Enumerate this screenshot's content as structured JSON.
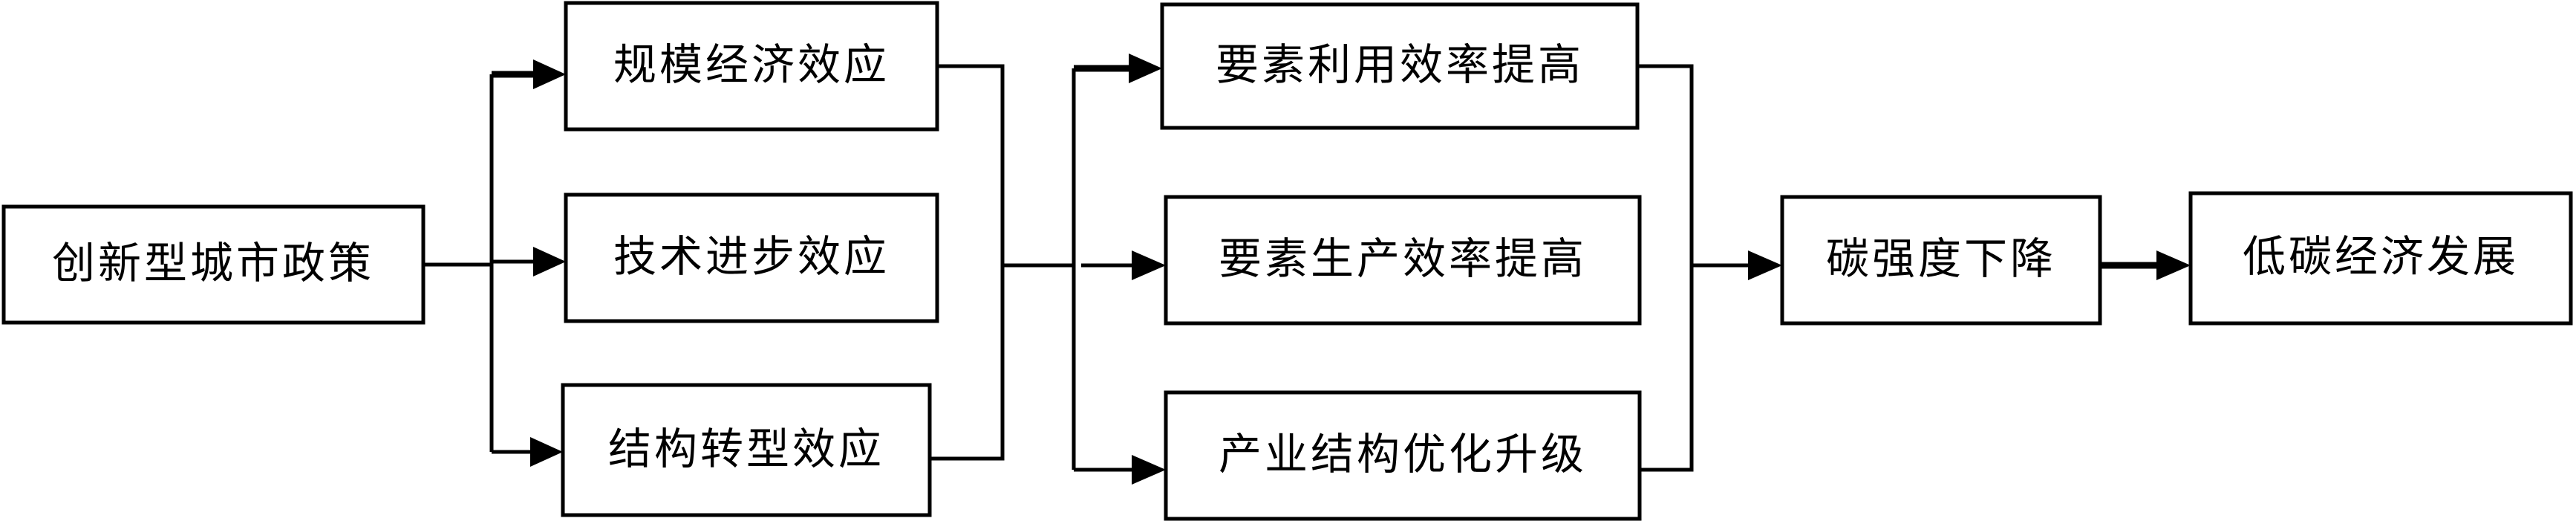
{
  "nodes": {
    "policy": "创新型城市政策",
    "scale_effect": "规模经济效应",
    "tech_effect": "技术进步效应",
    "structure_effect": "结构转型效应",
    "factor_use": "要素利用效率提高",
    "factor_production": "要素生产效率提高",
    "industry_upgrade": "产业结构优化升级",
    "carbon_intensity": "碳强度下降",
    "low_carbon": "低碳经济发展"
  }
}
